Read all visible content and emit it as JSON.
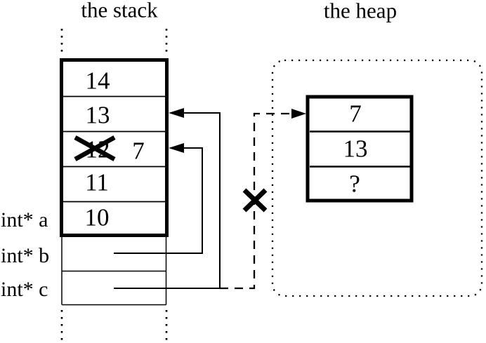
{
  "stack": {
    "title": "the stack",
    "cells": [
      {
        "value": "14",
        "crossed_out": false
      },
      {
        "value": "13",
        "crossed_out": false
      },
      {
        "value": "12",
        "crossed_out": true,
        "new_value": "7"
      },
      {
        "value": "11",
        "crossed_out": false
      },
      {
        "value": "10",
        "crossed_out": false
      }
    ],
    "pointer_vars": [
      {
        "label": "int* a"
      },
      {
        "label": "int* b"
      },
      {
        "label": "int* c"
      }
    ]
  },
  "heap": {
    "title": "the heap",
    "cells": [
      {
        "value": "7"
      },
      {
        "value": "13"
      },
      {
        "value": "?"
      }
    ]
  },
  "pointers": [
    {
      "from": "int* b",
      "to": "stack-cell-12-7",
      "style": "solid"
    },
    {
      "from": "int* c",
      "to": "stack-cell-13",
      "style": "solid"
    },
    {
      "from": "int* c",
      "to": "heap-block",
      "style": "dashed",
      "crossed_out": true
    }
  ],
  "colors": {
    "ink": "#000000",
    "background": "#ffffff"
  }
}
